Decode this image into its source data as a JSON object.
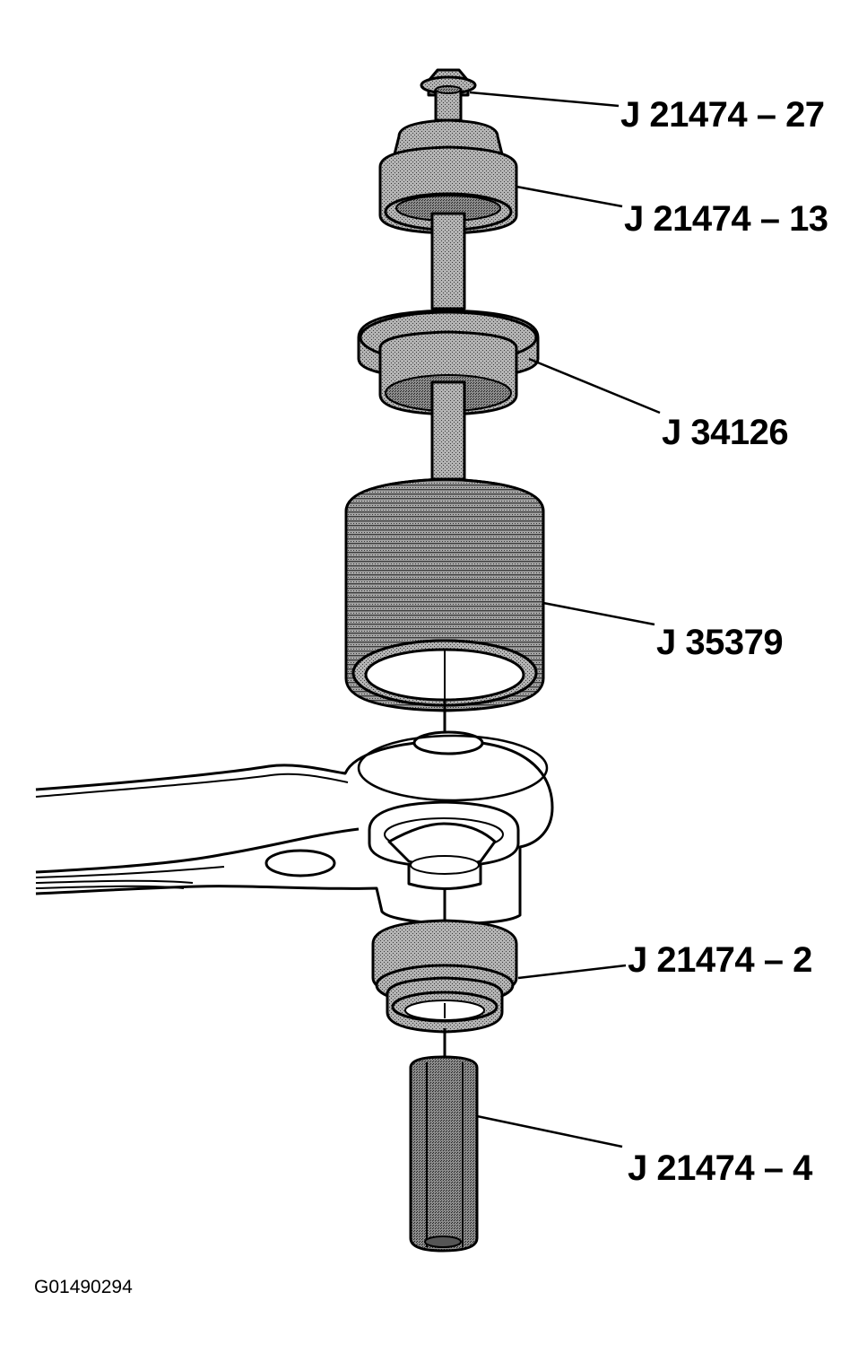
{
  "colors": {
    "ink": "#000000",
    "stipple": "#9a9a9a",
    "background": "#ffffff"
  },
  "callouts": [
    {
      "id": "nut",
      "label": "J 21474 – 27"
    },
    {
      "id": "bearing-washer",
      "label": "J 21474 – 13"
    },
    {
      "id": "spacer",
      "label": "J 34126"
    },
    {
      "id": "receiver-cup",
      "label": "J 35379"
    },
    {
      "id": "installer",
      "label": "J 21474 – 2"
    },
    {
      "id": "bolt-sleeve",
      "label": "J 21474 – 4"
    }
  ],
  "figure_id": "G01490294"
}
